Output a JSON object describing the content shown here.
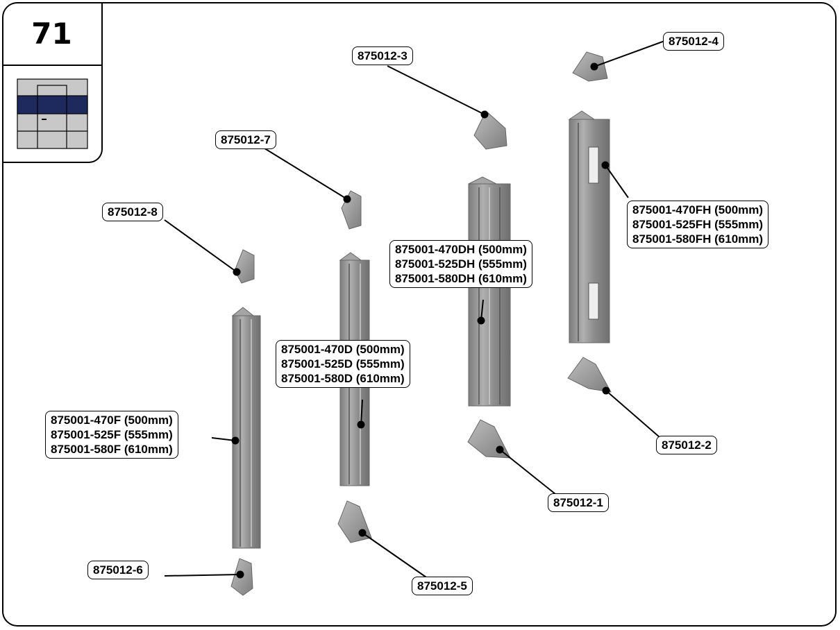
{
  "step": {
    "number": "71"
  },
  "colors": {
    "highlight_row": "#1e2a5e",
    "cell": "#c8c8c8",
    "rail": "#9a9a9a"
  },
  "labels": {
    "part_875012_3": "875012-3",
    "part_875012_4": "875012-4",
    "part_875012_7": "875012-7",
    "part_875012_8": "875012-8",
    "part_875012_6": "875012-6",
    "part_875012_5": "875012-5",
    "part_875012_1": "875012-1",
    "part_875012_2": "875012-2",
    "rail_fh": [
      "875001-470FH (500mm)",
      "875001-525FH (555mm)",
      "875001-580FH (610mm)"
    ],
    "rail_dh": [
      "875001-470DH (500mm)",
      "875001-525DH (555mm)",
      "875001-580DH (610mm)"
    ],
    "rail_d": [
      "875001-470D (500mm)",
      "875001-525D (555mm)",
      "875001-580D (610mm)"
    ],
    "rail_f": [
      "875001-470F (500mm)",
      "875001-525F (555mm)",
      "875001-580F (610mm)"
    ]
  }
}
